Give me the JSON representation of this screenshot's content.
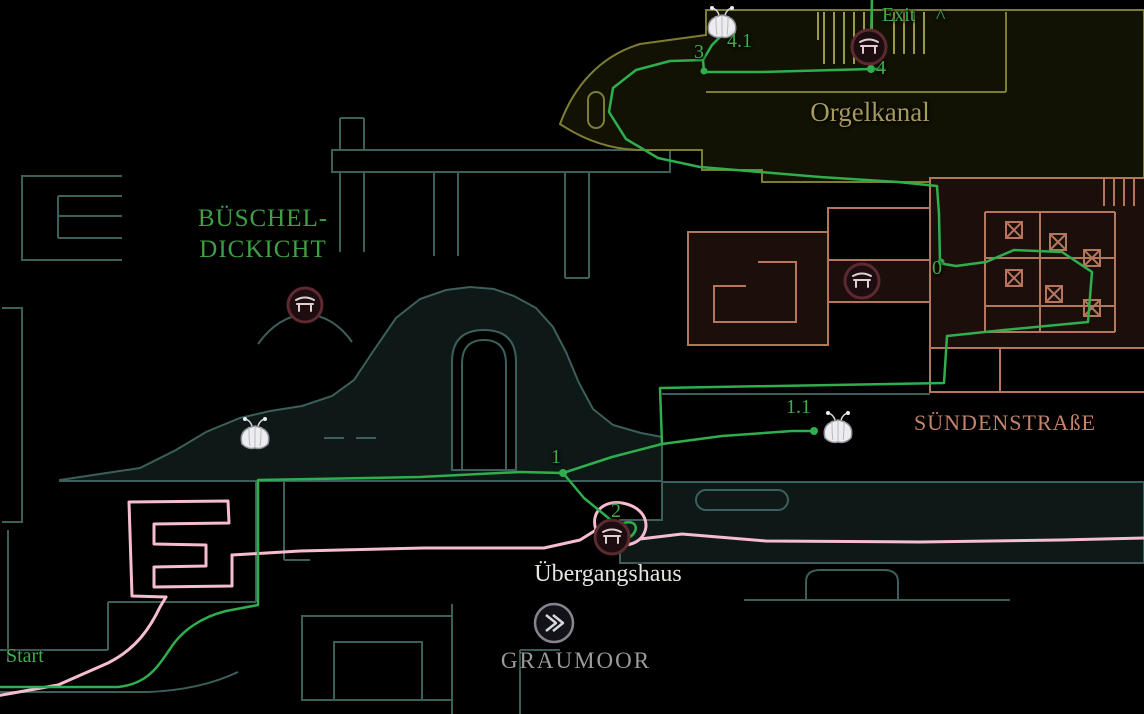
{
  "map": {
    "title_labels": {
      "bueschel_line1": "BÜSCHEL-",
      "bueschel_line2": "DICKICHT",
      "orgelkanal": "Orgelkanal",
      "suendenstrasse": "SÜNDENSTRAßE",
      "uebergangshaus": "Übergangshaus",
      "graumoor": "GRAUMOOR"
    },
    "route_markers": {
      "start": "Start",
      "w1": "1",
      "w1_1": "1.1",
      "w2": "2",
      "w3": "3",
      "w4": "4",
      "w4_1": "4.1",
      "w0": "0",
      "exit": "Exit",
      "exit_arrow": "^"
    },
    "icons": {
      "bench": "bench-icon",
      "bell": "bell-icon",
      "graumoor_emblem": "wind-chevrons-icon"
    },
    "colors": {
      "background": "#000000",
      "route_green": "#2fae4e",
      "route_pink": "#f6bcd2",
      "route_marker_green": "#3fae4a",
      "region_teal_outline": "#3c5f5b",
      "region_teal_fill": "#0e1817",
      "region_olive_outline": "#7d7d33",
      "region_olive_fill": "#121204",
      "region_salmon_outline": "#b5765e",
      "region_salmon_fill": "#1c0f0b",
      "label_green": "#3f9f44",
      "label_gold": "#a5995c",
      "label_salmon": "#c4836a",
      "label_gray": "#9b9b99",
      "label_white": "#e8e4e0",
      "bench_ring": "#5d2a31"
    }
  }
}
